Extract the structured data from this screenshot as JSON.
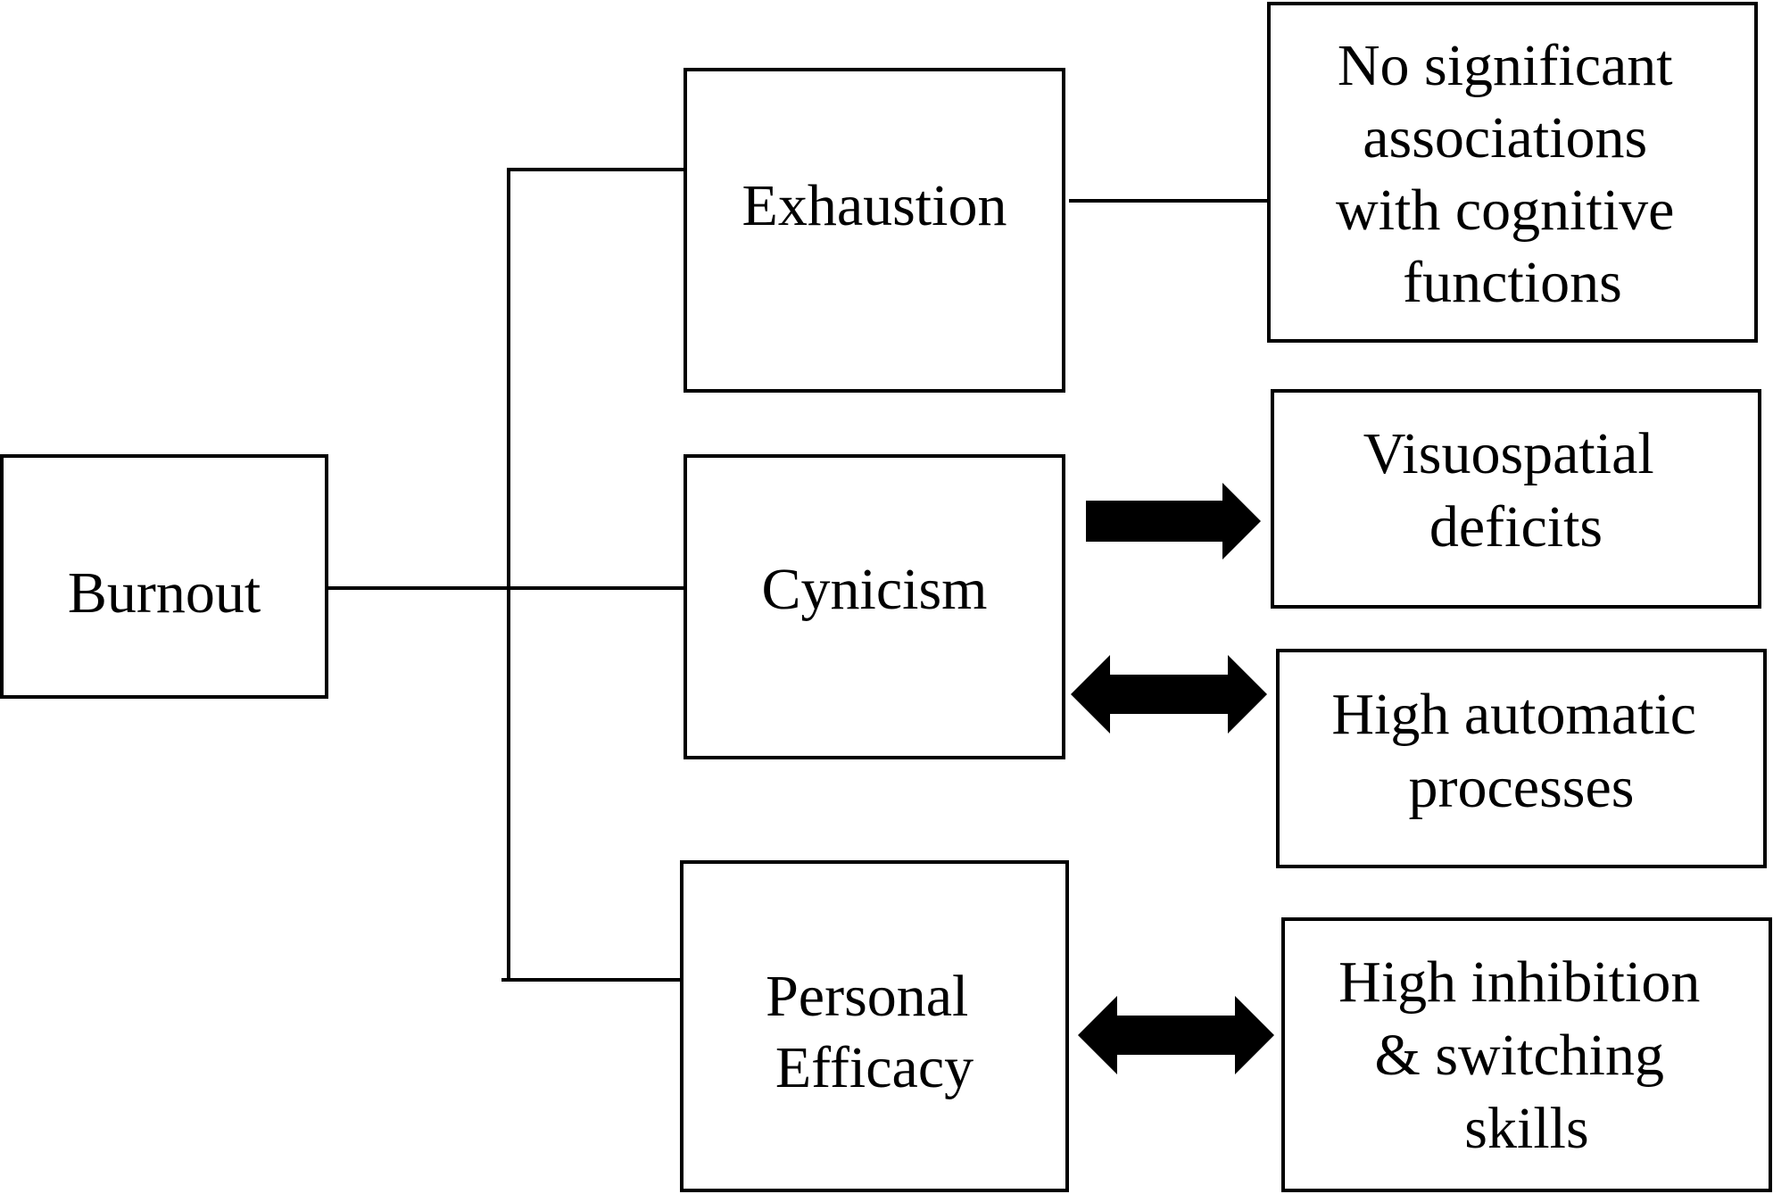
{
  "nodes": {
    "burnout": {
      "label": "Burnout"
    },
    "exhaustion": {
      "label": "Exhaustion"
    },
    "cynicism": {
      "label": "Cynicism"
    },
    "personal_efficacy": {
      "lines": [
        "Personal",
        "Efficacy"
      ]
    },
    "no_associations": {
      "lines": [
        "No significant",
        "associations",
        "with cognitive",
        "functions"
      ]
    },
    "visuospatial": {
      "lines": [
        "Visuospatial",
        "deficits"
      ]
    },
    "automatic": {
      "lines": [
        "High automatic",
        "processes"
      ]
    },
    "inhibition": {
      "lines": [
        "High inhibition",
        "& switching",
        "skills"
      ]
    }
  },
  "colors": {
    "stroke": "#000000",
    "background": "#ffffff"
  }
}
